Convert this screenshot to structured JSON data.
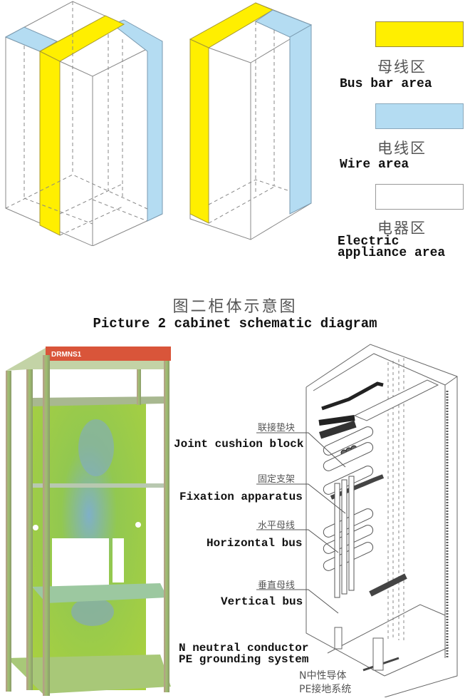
{
  "legend": {
    "items": [
      {
        "color": "#ffef00",
        "label_cn": "母线区",
        "label_en": "Bus bar area"
      },
      {
        "color": "#b4dcf2",
        "label_cn": "电线区",
        "label_en": "Wire area"
      },
      {
        "color": "#ffffff",
        "label_cn": "电器区",
        "label_en_line1": "Electric",
        "label_en_line2": "appliance area"
      }
    ]
  },
  "caption": {
    "cn": "图二柜体示意图",
    "en": "Picture 2 cabinet schematic diagram"
  },
  "photo": {
    "nameplate": "DRMNS1",
    "nameplate_color": "#d9553a"
  },
  "callouts": [
    {
      "cn": "联接垫块",
      "en": "Joint cushion block"
    },
    {
      "cn": "固定支架",
      "en": "Fixation apparatus"
    },
    {
      "cn": "水平母线",
      "en": "Horizontal bus"
    },
    {
      "cn": "垂直母线",
      "en": "Vertical bus"
    }
  ],
  "grounding": {
    "en_line1": "N neutral conductor",
    "en_line2": "PE grounding system",
    "cn_line1": "N中性导体",
    "cn_line2": "PE接地系统"
  },
  "colors": {
    "bus_bar": "#ffef00",
    "wire": "#b4dcf2",
    "appliance": "#ffffff"
  }
}
